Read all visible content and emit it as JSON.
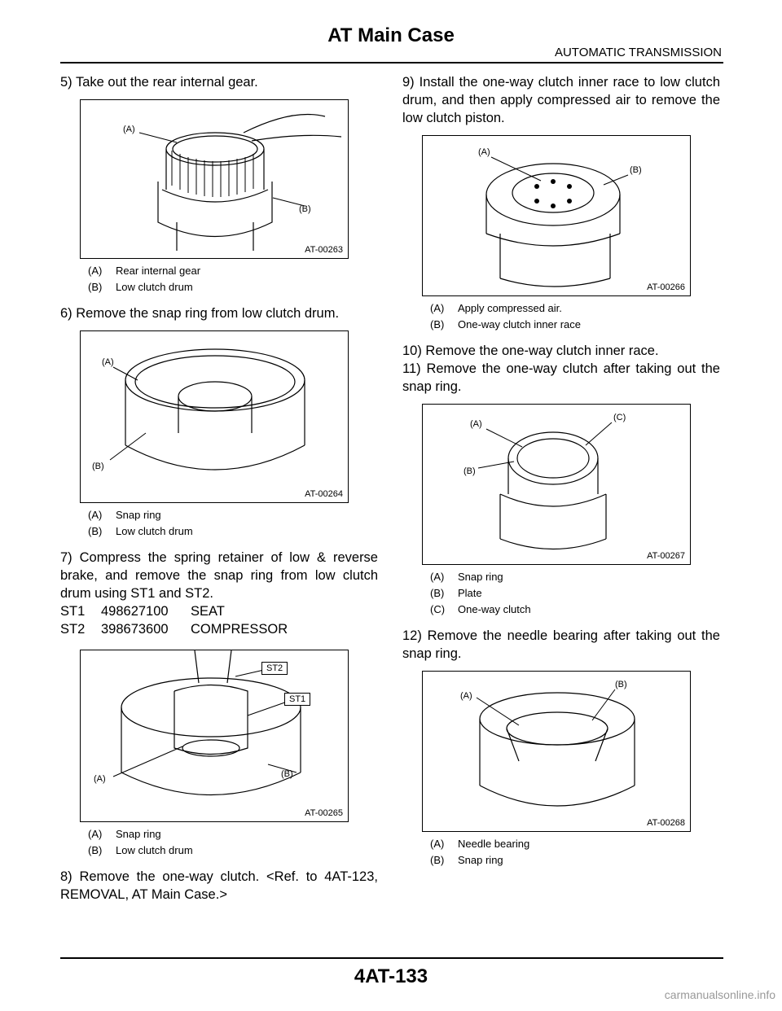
{
  "header": {
    "title": "AT Main Case",
    "subtitle": "AUTOMATIC TRANSMISSION"
  },
  "footer": {
    "page_number": "4AT-133",
    "watermark": "carmanualsonline.info"
  },
  "left": {
    "step5": "5) Take out the rear internal gear.",
    "fig1": {
      "id": "AT-00263",
      "callouts": [
        "(A)",
        "(B)"
      ],
      "legend": [
        {
          "key": "(A)",
          "text": "Rear internal gear"
        },
        {
          "key": "(B)",
          "text": "Low clutch drum"
        }
      ]
    },
    "step6": "6) Remove the snap ring from low clutch drum.",
    "fig2": {
      "id": "AT-00264",
      "callouts": [
        "(A)",
        "(B)"
      ],
      "legend": [
        {
          "key": "(A)",
          "text": "Snap ring"
        },
        {
          "key": "(B)",
          "text": "Low clutch drum"
        }
      ]
    },
    "step7": "7) Compress the spring retainer of low & reverse brake, and remove the snap ring from low clutch drum using ST1 and ST2.",
    "tools": [
      {
        "st": "ST1",
        "num": "498627100",
        "name": "SEAT"
      },
      {
        "st": "ST2",
        "num": "398673600",
        "name": "COMPRESSOR"
      }
    ],
    "fig3": {
      "id": "AT-00265",
      "callouts": [
        "(A)",
        "(B)",
        "ST2",
        "ST1"
      ],
      "legend": [
        {
          "key": "(A)",
          "text": "Snap ring"
        },
        {
          "key": "(B)",
          "text": "Low clutch drum"
        }
      ]
    },
    "step8": "8) Remove the one-way clutch. <Ref. to 4AT-123, REMOVAL, AT Main Case.>"
  },
  "right": {
    "step9": "9) Install the one-way clutch inner race to low clutch drum, and then apply compressed air to remove the low clutch piston.",
    "fig4": {
      "id": "AT-00266",
      "callouts": [
        "(A)",
        "(B)"
      ],
      "legend": [
        {
          "key": "(A)",
          "text": "Apply compressed air."
        },
        {
          "key": "(B)",
          "text": "One-way clutch inner race"
        }
      ]
    },
    "step10": "10) Remove the one-way clutch inner race.",
    "step11": "11) Remove the one-way clutch after taking out the snap ring.",
    "fig5": {
      "id": "AT-00267",
      "callouts": [
        "(A)",
        "(B)",
        "(C)"
      ],
      "legend": [
        {
          "key": "(A)",
          "text": "Snap ring"
        },
        {
          "key": "(B)",
          "text": "Plate"
        },
        {
          "key": "(C)",
          "text": "One-way clutch"
        }
      ]
    },
    "step12": "12) Remove the needle bearing after taking out the snap ring.",
    "fig6": {
      "id": "AT-00268",
      "callouts": [
        "(A)",
        "(B)"
      ],
      "legend": [
        {
          "key": "(A)",
          "text": "Needle bearing"
        },
        {
          "key": "(B)",
          "text": "Snap ring"
        }
      ]
    }
  }
}
